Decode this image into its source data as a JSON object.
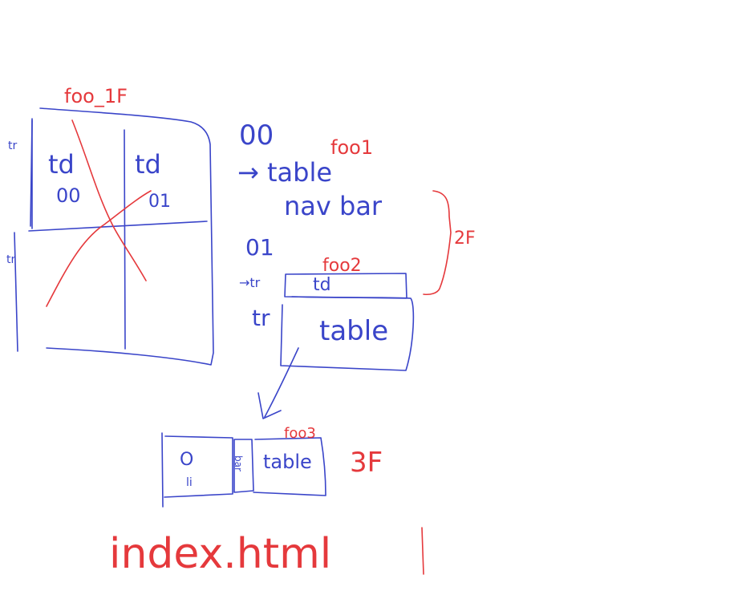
{
  "colors": {
    "ink_blue": "#3a45c9",
    "ink_red": "#e5393c",
    "background": "#ffffff"
  },
  "labels": {
    "foo_1f": "foo_1F",
    "tr_top": "tr",
    "tr_mid": "tr",
    "td_left": "td",
    "td_right": "td",
    "cell_00": "00",
    "cell_01": "01",
    "item_00": "00",
    "foo1": "foo1",
    "arrow_table": "→ table",
    "nav_bar": "nav bar",
    "item_01": "01",
    "foo2": "foo2",
    "tr_arrow": "→tr",
    "td_bar": "td",
    "tr_lower": "tr",
    "table_inner": "table",
    "brace_2f": "2F",
    "foo3": "foo3",
    "left_o": "O",
    "left_li": "li",
    "vertical_text": "bar",
    "table_3f": "table",
    "label_3f": "3F",
    "filename": "index.html"
  }
}
